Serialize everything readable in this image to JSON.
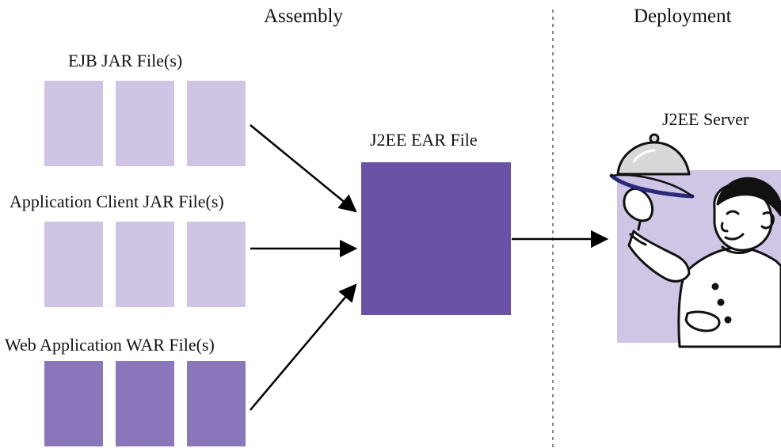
{
  "headings": {
    "assembly": "Assembly",
    "deployment": "Deployment"
  },
  "groups": {
    "ejb": {
      "label": "EJB JAR File(s)",
      "count": 3
    },
    "app_client": {
      "label": "Application Client JAR File(s)",
      "count": 3
    },
    "web": {
      "label": "Web Application WAR File(s)",
      "count": 3
    }
  },
  "ear": {
    "label": "J2EE EAR File"
  },
  "server": {
    "label": "J2EE Server",
    "icon": "waiter-icon"
  },
  "colors": {
    "light_module": "#cfc4e4",
    "dark_module": "#8a76bb",
    "ear": "#6a52a6",
    "server_bg": "#cfc6e6",
    "arrow": "#000000",
    "divider": "#888888"
  }
}
